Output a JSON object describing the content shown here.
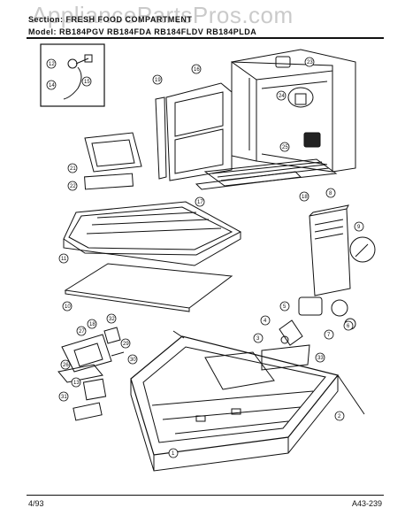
{
  "header": {
    "section_line": "Section: FRESH FOOD COMPARTMENT",
    "model_line": "Model: RB184PGV  RB184FDA  RB184FLDV  RB184PLDA"
  },
  "watermark": "AppliancePartsPros.com",
  "footer": {
    "date": "4/93",
    "page_code": "A43-239"
  },
  "callouts": [
    "1",
    "2",
    "3",
    "4",
    "5",
    "6",
    "7",
    "8",
    "9",
    "10",
    "11",
    "12",
    "13",
    "14",
    "15",
    "16",
    "17",
    "18",
    "19",
    "20",
    "21",
    "22",
    "23",
    "24",
    "25",
    "26",
    "27",
    "28",
    "29",
    "30",
    "31",
    "32",
    "33"
  ]
}
